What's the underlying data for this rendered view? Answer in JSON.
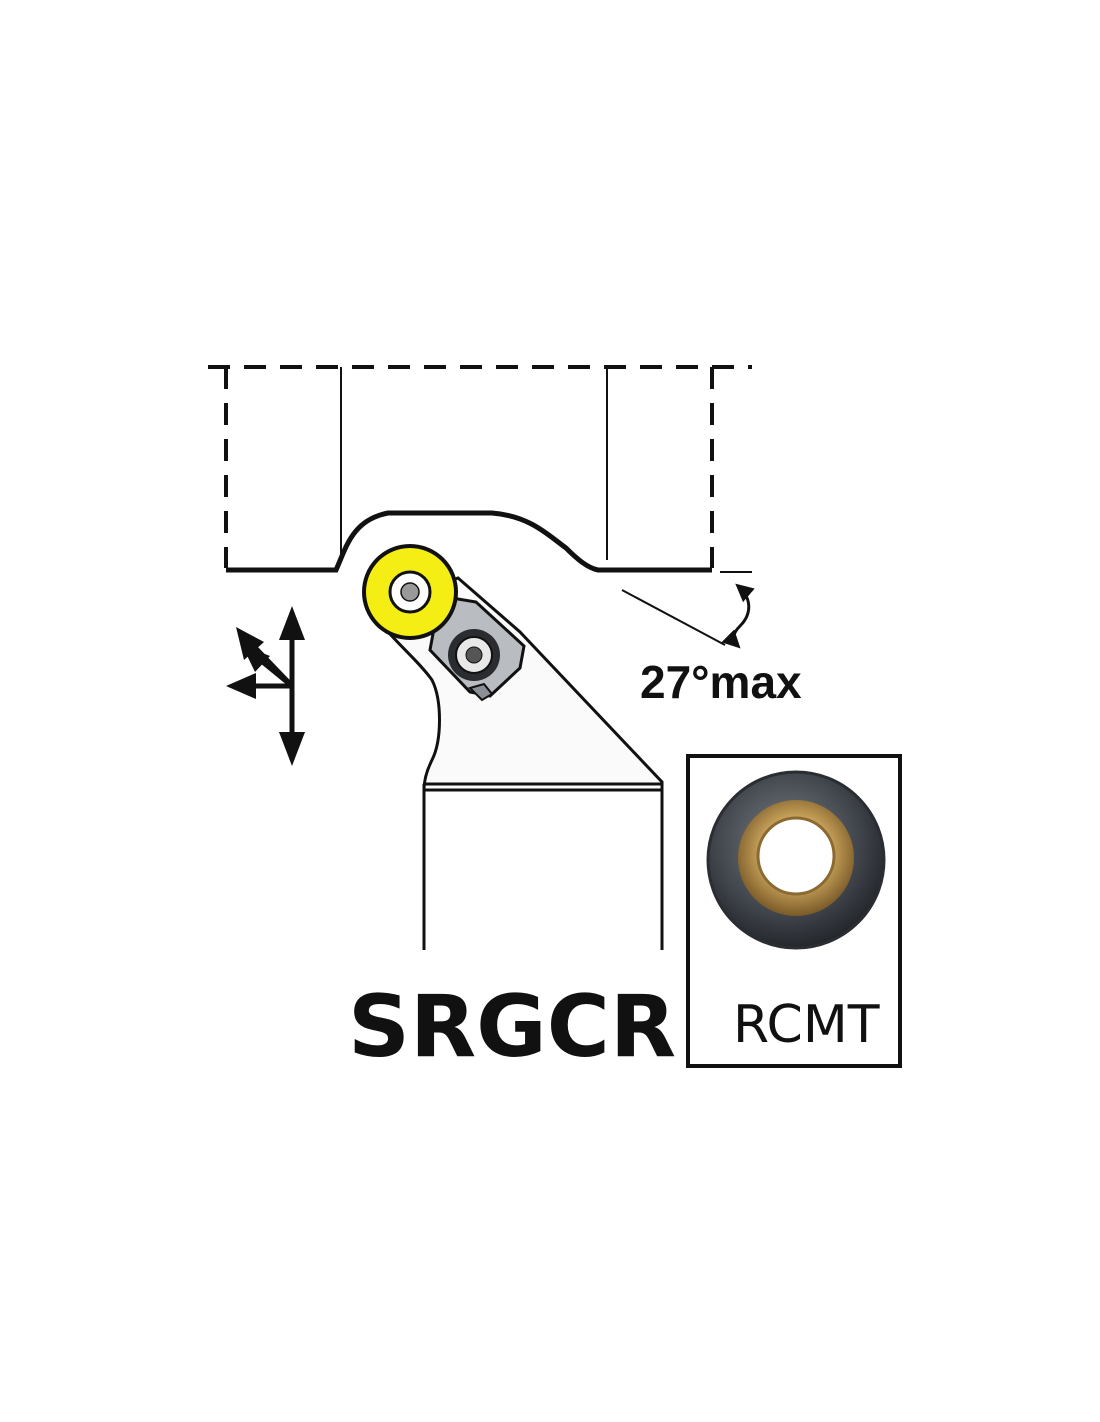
{
  "labels": {
    "angle": "27°max",
    "model": "SRGCR",
    "insert": "RCMT"
  },
  "icons": {
    "feed_arrows": "feed-direction-arrows-icon",
    "insert_photo": "round-insert-photo"
  },
  "colors": {
    "insert_yellow": "#f5ee14",
    "outline": "#111111",
    "body_fill": "#fafafa",
    "insert_dark": "#4a4e55",
    "insert_gold": "#c7a15a"
  }
}
